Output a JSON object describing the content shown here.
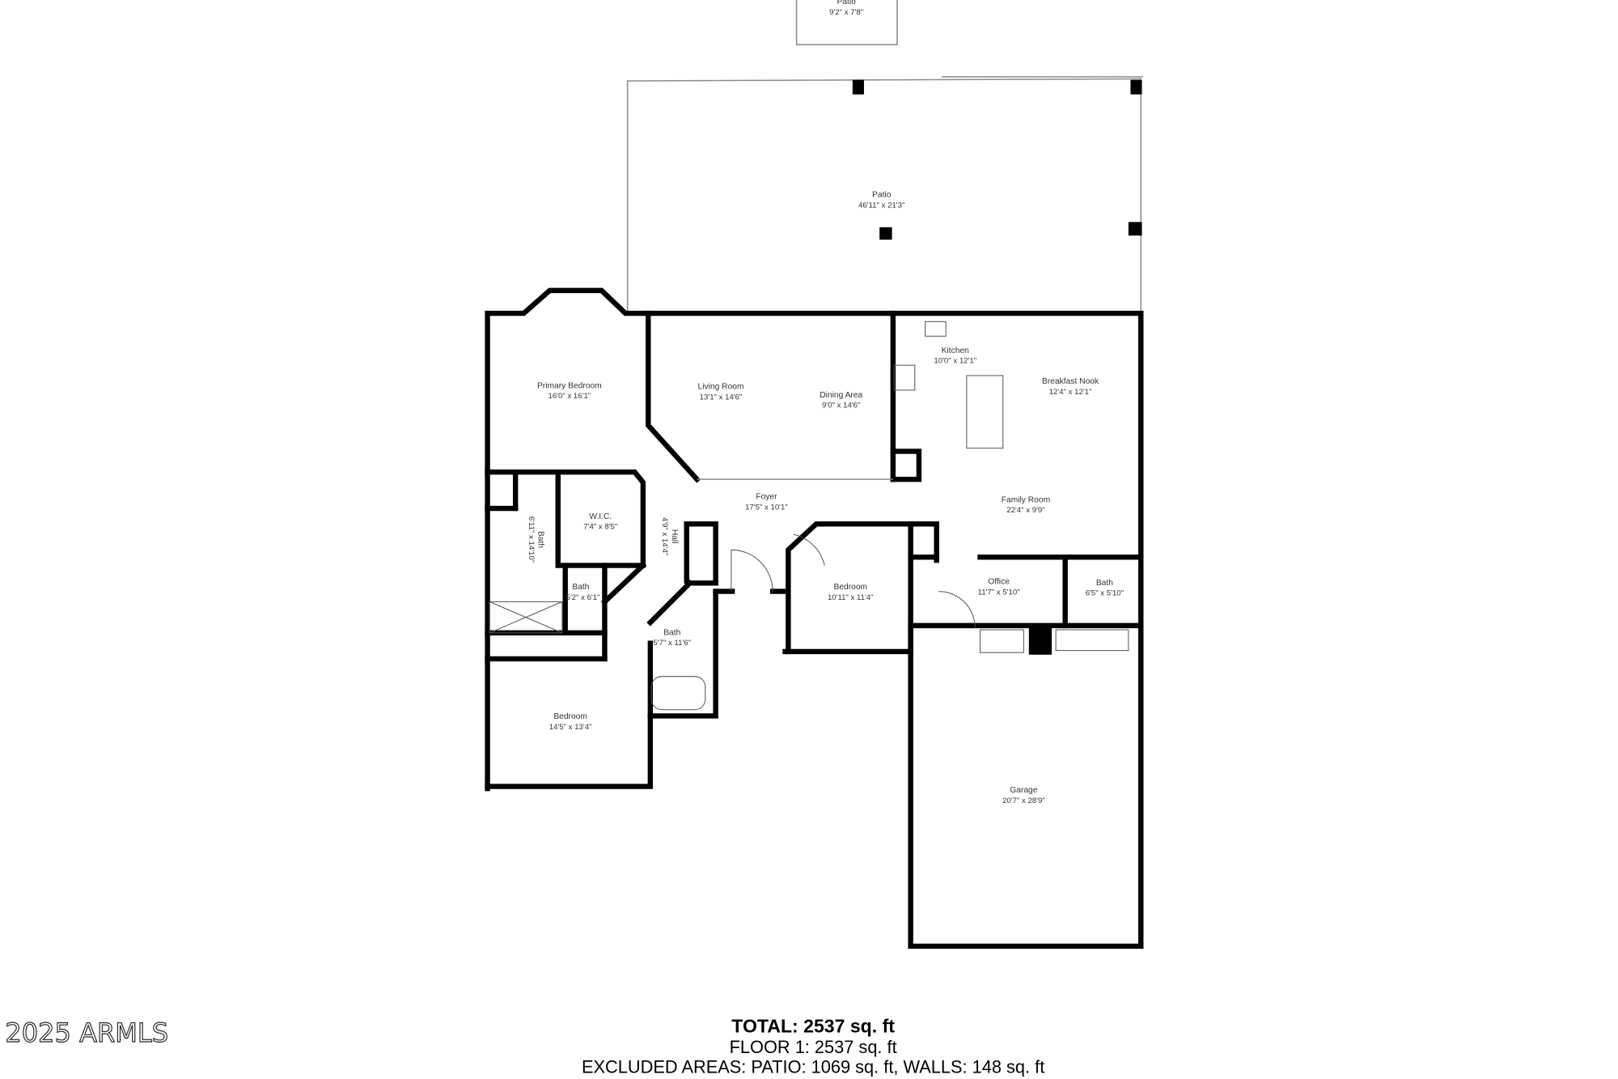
{
  "watermark": "2025 ARMLS",
  "rooms": [
    {
      "name": "Patio",
      "dims": "9'2\" x 7'8\""
    },
    {
      "name": "Patio",
      "dims": "46'11\" x 21'3\""
    },
    {
      "name": "Primary Bedroom",
      "dims": "16'0\" x 16'1\""
    },
    {
      "name": "Living Room",
      "dims": "13'1\" x 14'6\""
    },
    {
      "name": "Dining Area",
      "dims": "9'0\" x 14'6\""
    },
    {
      "name": "Kitchen",
      "dims": "10'0\" x 12'1\""
    },
    {
      "name": "Breakfast Nook",
      "dims": "12'4\" x 12'1\""
    },
    {
      "name": "Foyer",
      "dims": "17'5\" x 10'1\""
    },
    {
      "name": "Family Room",
      "dims": "22'4\" x 9'9\""
    },
    {
      "name": "W.I.C.",
      "dims": "7'4\" x 8'5\""
    },
    {
      "name": "Bath",
      "dims": "6'11\" x 14'10\""
    },
    {
      "name": "Hall",
      "dims": "4'9\" x 14'4\""
    },
    {
      "name": "Bath",
      "dims": "5'2\" x 6'1\""
    },
    {
      "name": "Bedroom",
      "dims": "10'11\" x 11'4\""
    },
    {
      "name": "Office",
      "dims": "11'7\" x 5'10\""
    },
    {
      "name": "Bath",
      "dims": "6'5\" x 5'10\""
    },
    {
      "name": "Bath",
      "dims": "5'7\" x 11'6\""
    },
    {
      "name": "Bedroom",
      "dims": "14'5\" x 13'4\""
    },
    {
      "name": "Garage",
      "dims": "20'7\" x 28'9\""
    }
  ],
  "summary": {
    "total": "TOTAL: 2537 sq. ft",
    "floor": "FLOOR 1: 2537 sq. ft",
    "excluded": "EXCLUDED AREAS: PATIO: 1069 sq. ft, WALLS: 148 sq. ft"
  }
}
